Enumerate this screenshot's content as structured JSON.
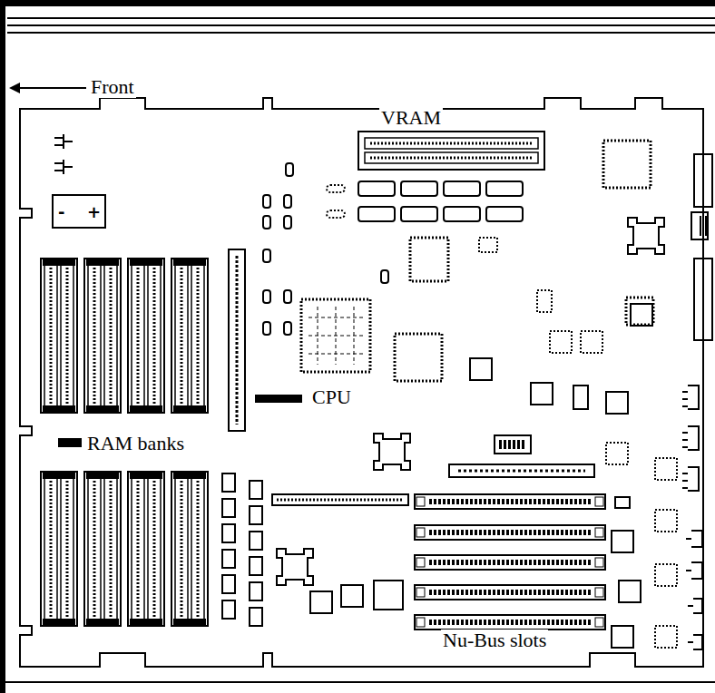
{
  "diagram": {
    "labels": [
      "Front",
      "VRAM",
      "CPU",
      "RAM banks",
      "Nu-Bus slots"
    ]
  }
}
